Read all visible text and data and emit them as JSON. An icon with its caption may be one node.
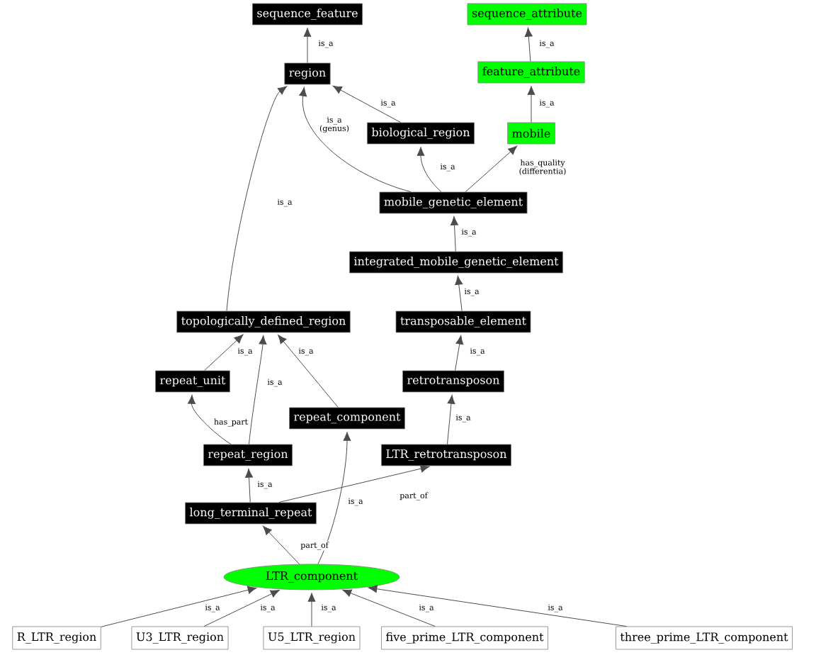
{
  "diagram": {
    "nodes": [
      {
        "text": [
          "sequence_feature"
        ]
      },
      {
        "text": [
          "sequence_attribute"
        ]
      },
      {
        "text": [
          "region"
        ]
      },
      {
        "text": [
          "feature_attribute"
        ]
      },
      {
        "text": [
          "biological_region"
        ]
      },
      {
        "text": [
          "mobile"
        ]
      },
      {
        "text": [
          "mobile_genetic_element"
        ]
      },
      {
        "text": [
          "integrated_mobile_genetic_element"
        ]
      },
      {
        "text": [
          "topologically_defined_region"
        ]
      },
      {
        "text": [
          "transposable_element"
        ]
      },
      {
        "text": [
          "repeat_unit"
        ]
      },
      {
        "text": [
          "retrotransposon"
        ]
      },
      {
        "text": [
          "repeat_component"
        ]
      },
      {
        "text": [
          "repeat_region"
        ]
      },
      {
        "text": [
          "LTR_retrotransposon"
        ]
      },
      {
        "text": [
          "long_terminal_repeat"
        ]
      },
      {
        "text": [
          "LTR_component"
        ]
      },
      {
        "text": [
          "R_LTR_region"
        ]
      },
      {
        "text": [
          "U3_LTR_region"
        ]
      },
      {
        "text": [
          "U5_LTR_region"
        ]
      },
      {
        "text": [
          "five_prime_LTR_component"
        ]
      },
      {
        "text": [
          "three_prime_LTR_component"
        ]
      }
    ],
    "edges": [
      {
        "from": 2,
        "to": 0,
        "arrow": "to",
        "label": "is_a"
      },
      {
        "from": 3,
        "to": 1,
        "arrow": "to",
        "label": "is_a"
      },
      {
        "from": 4,
        "to": 2,
        "arrow": "to",
        "label": "is_a"
      },
      {
        "from": 6,
        "to": 2,
        "arrow": "to",
        "label": "is_a (genus)"
      },
      {
        "from": 6,
        "to": 4,
        "arrow": "to",
        "label": "is_a"
      },
      {
        "from": 6,
        "to": 5,
        "arrow": "to",
        "label": "has_quality (differentia)"
      },
      {
        "from": 5,
        "to": 3,
        "arrow": "to",
        "label": "is_a"
      },
      {
        "from": 7,
        "to": 6,
        "arrow": "to",
        "label": "is_a"
      },
      {
        "from": 8,
        "to": 2,
        "arrow": "to",
        "label": "is_a"
      },
      {
        "from": 9,
        "to": 7,
        "arrow": "to",
        "label": "is_a"
      },
      {
        "from": 10,
        "to": 8,
        "arrow": "to",
        "label": "is_a"
      },
      {
        "from": 13,
        "to": 8,
        "arrow": "to",
        "label": "is_a"
      },
      {
        "from": 12,
        "to": 8,
        "arrow": "to",
        "label": "is_a"
      },
      {
        "from": 11,
        "to": 9,
        "arrow": "to",
        "label": "is_a"
      },
      {
        "from": 14,
        "to": 11,
        "arrow": "to",
        "label": "is_a"
      },
      {
        "from": 13,
        "to": 10,
        "arrow": "to",
        "label": "has_part"
      },
      {
        "from": 15,
        "to": 13,
        "arrow": "to",
        "label": "is_a"
      },
      {
        "from": 15,
        "to": 14,
        "arrow": "to",
        "label": "part_of"
      },
      {
        "from": 16,
        "to": 15,
        "arrow": "to",
        "label": "part_of"
      },
      {
        "from": 16,
        "to": 12,
        "arrow": "to",
        "label": "is_a"
      },
      {
        "from": 17,
        "to": 16,
        "arrow": "to",
        "label": "is_a"
      },
      {
        "from": 18,
        "to": 16,
        "arrow": "to",
        "label": "is_a"
      },
      {
        "from": 19,
        "to": 16,
        "arrow": "to",
        "label": "is_a"
      },
      {
        "from": 20,
        "to": 16,
        "arrow": "to",
        "label": "is_a"
      },
      {
        "from": 21,
        "to": 16,
        "arrow": "to",
        "label": "is_a"
      }
    ]
  }
}
